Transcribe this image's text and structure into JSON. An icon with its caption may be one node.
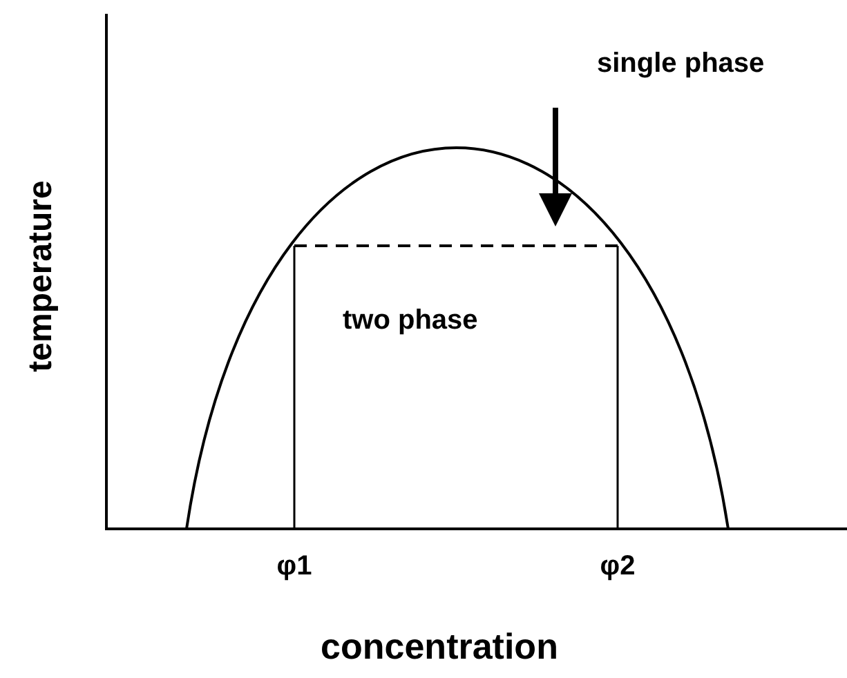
{
  "diagram": {
    "labels": [
      "single phase",
      "two phase",
      "temperature",
      "φ1",
      "φ2",
      "concentration"
    ]
  }
}
